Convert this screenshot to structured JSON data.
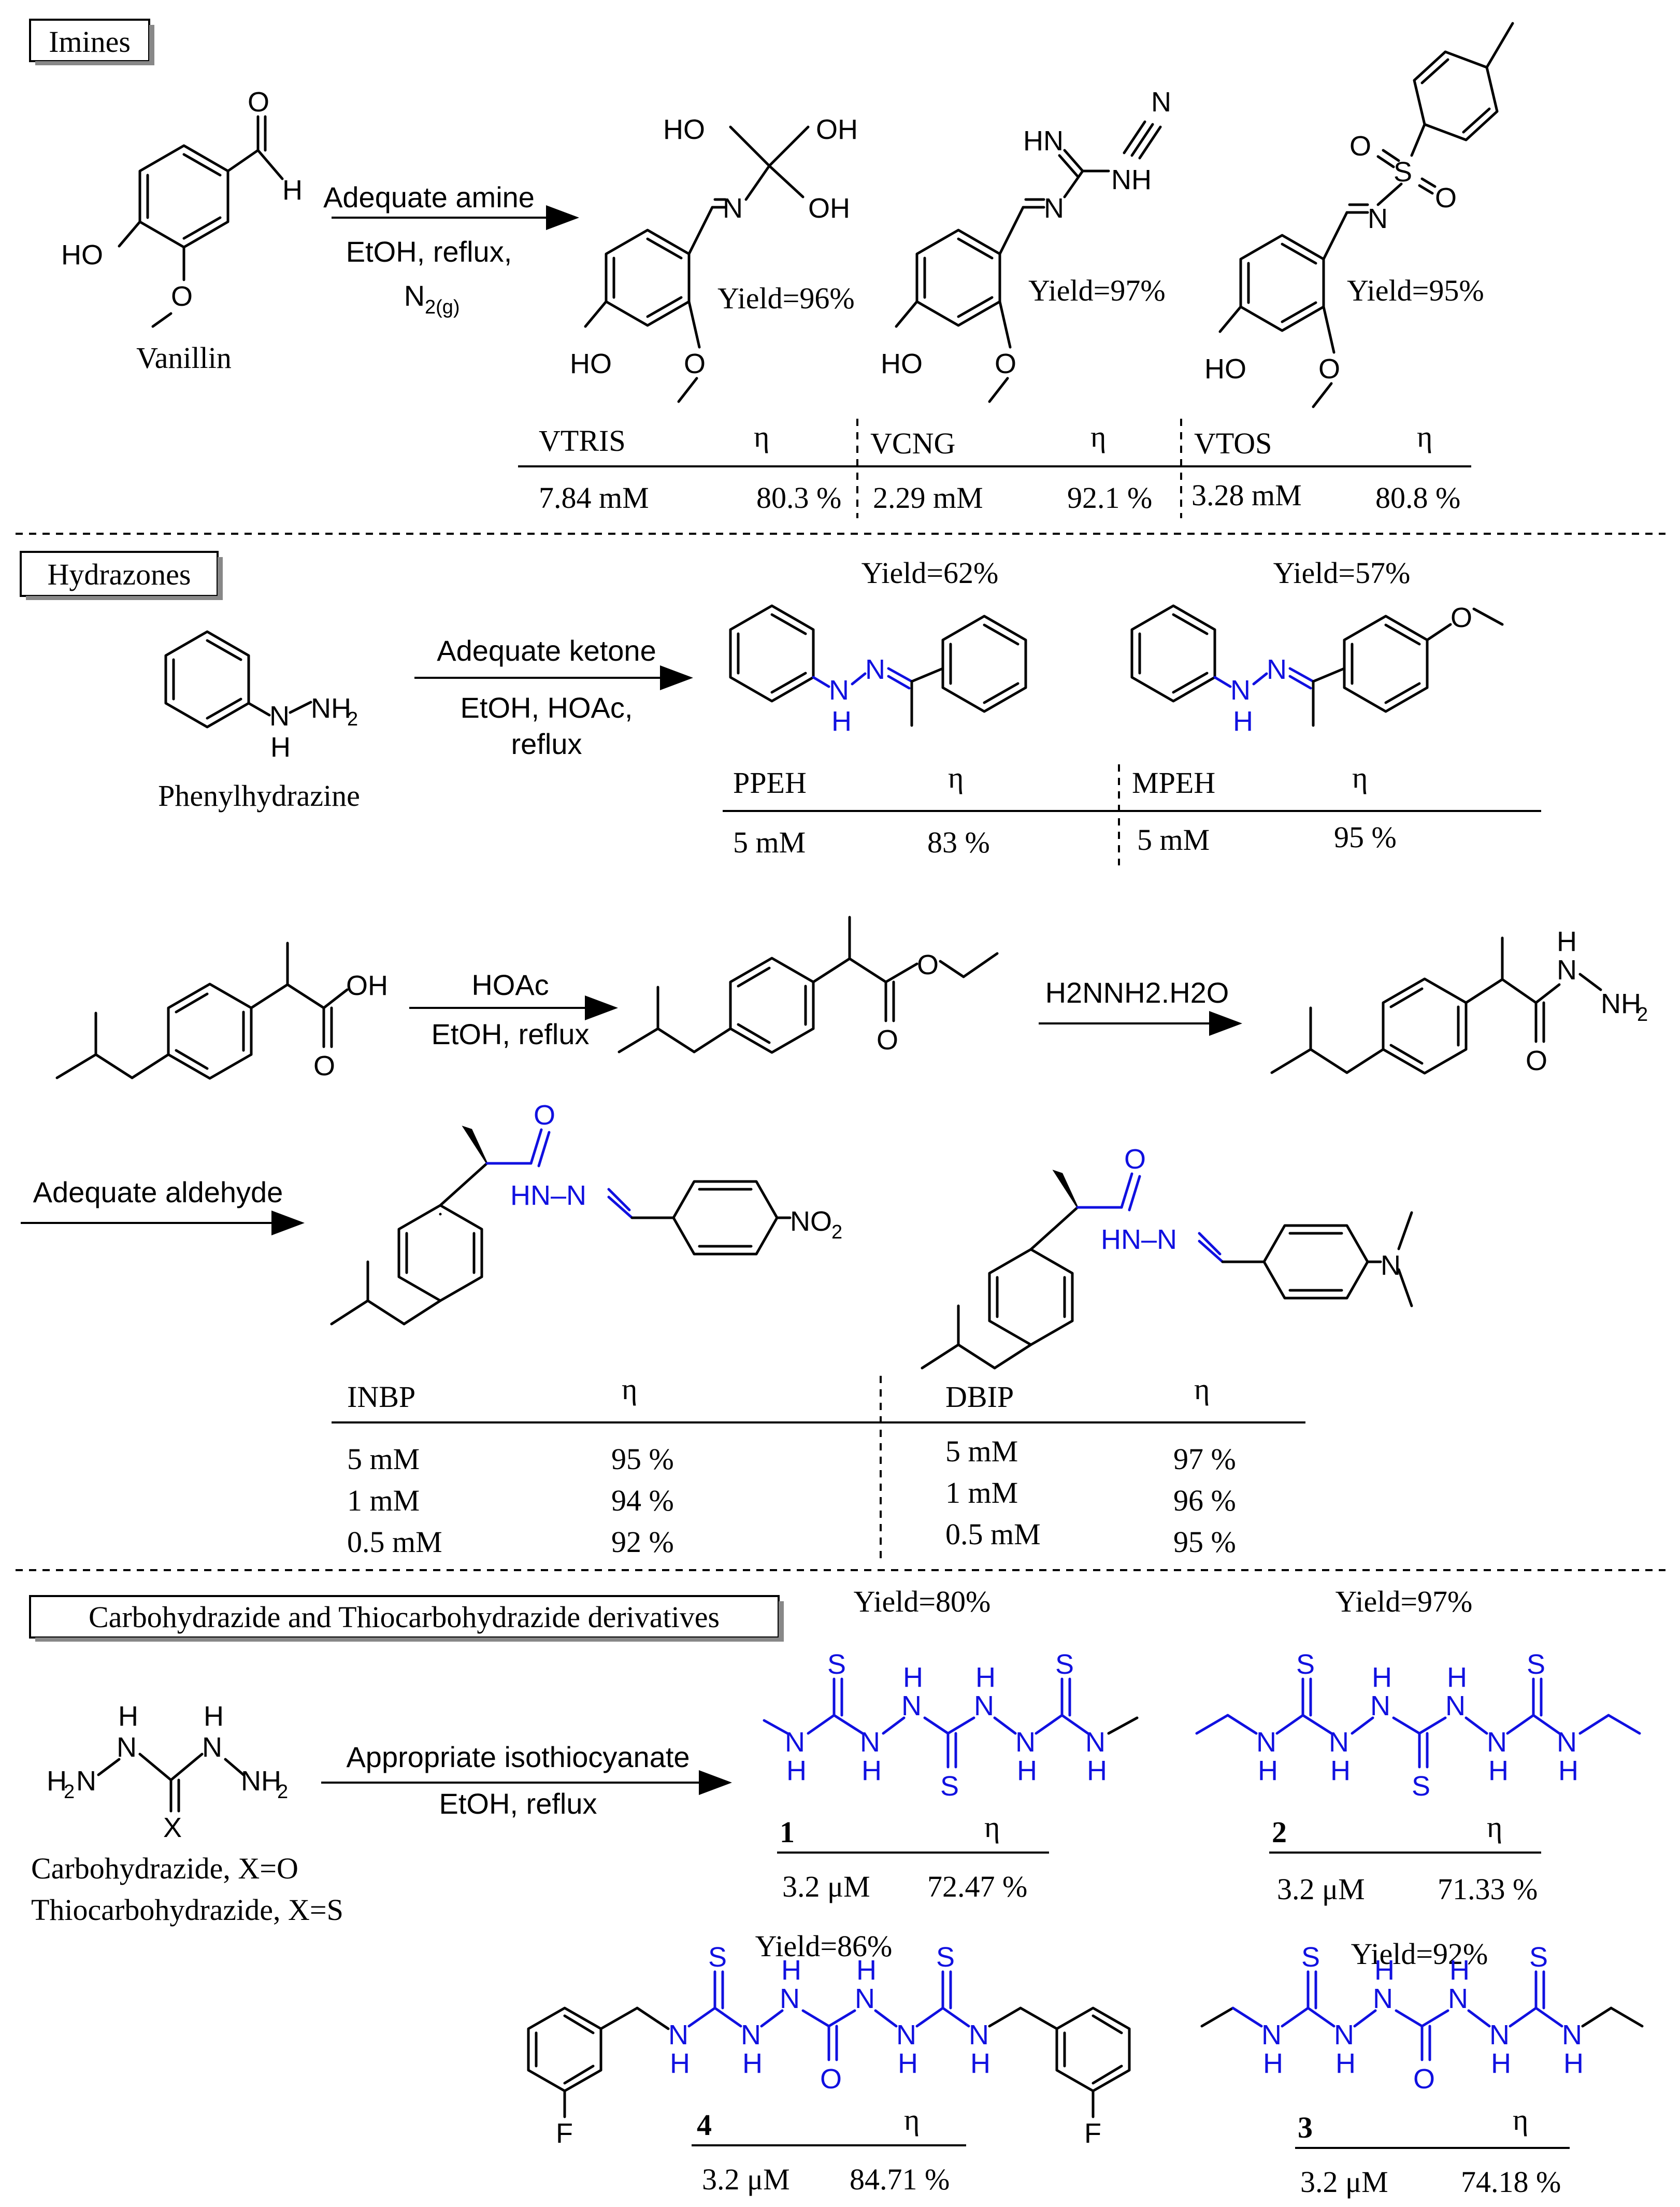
{
  "sections": {
    "imines": {
      "title": "Imines",
      "reactant": "Vanillin",
      "conditions": [
        "Adequate amine",
        "EtOH, reflux,",
        "N",
        "2(g)"
      ],
      "yields": [
        "Yield=96%",
        "Yield=97%",
        "Yield=95%"
      ],
      "table": [
        {
          "name": "VTRIS",
          "eta": "η",
          "conc": "7.84 mM",
          "val": "80.3 %"
        },
        {
          "name": "VCNG",
          "eta": "η",
          "conc": "2.29 mM",
          "val": "92.1 %"
        },
        {
          "name": "VTOS",
          "eta": "η",
          "conc": "3.28 mM",
          "val": "80.8 %"
        }
      ]
    },
    "hydrazones": {
      "title": "Hydrazones",
      "reactant": "Phenylhydrazine",
      "conditions": [
        "Adequate ketone",
        "EtOH, HOAc,",
        "reflux"
      ],
      "yields": [
        "Yield=62%",
        "Yield=57%"
      ],
      "table": [
        {
          "name": "PPEH",
          "eta": "η",
          "conc": "5 mM",
          "val": "83 %"
        },
        {
          "name": "MPEH",
          "eta": "η",
          "conc": "5 mM",
          "val": "95 %"
        }
      ]
    },
    "ibuprofen": {
      "step1": [
        "HOAc",
        "EtOH, reflux"
      ],
      "step2": "H2NNH2.H2O",
      "step3": "Adequate aldehyde",
      "table": [
        {
          "name": "INBP",
          "eta": "η",
          "rows": [
            [
              "5 mM",
              "95 %"
            ],
            [
              "1 mM",
              "94 %"
            ],
            [
              "0.5 mM",
              "92 %"
            ]
          ]
        },
        {
          "name": "DBIP",
          "eta": "η",
          "rows": [
            [
              "5 mM",
              "97 %"
            ],
            [
              "1 mM",
              "96 %"
            ],
            [
              "0.5 mM",
              "95 %"
            ]
          ]
        }
      ]
    },
    "carbo": {
      "title": "Carbohydrazide and Thiocarbohydrazide derivatives",
      "conditions": [
        "Appropriate isothiocyanate",
        "EtOH, reflux"
      ],
      "reactant_lines": [
        "Carbohydrazide, X=O",
        "Thiocarbohydrazide, X=S"
      ],
      "yields": [
        "Yield=80%",
        "Yield=97%",
        "Yield=86%",
        "Yield=92%"
      ],
      "table": [
        {
          "name": "1",
          "eta": "η",
          "conc": "3.2 μM",
          "val": "72.47 %"
        },
        {
          "name": "2",
          "eta": "η",
          "conc": "3.2 μM",
          "val": "71.33 %"
        },
        {
          "name": "4",
          "eta": "η",
          "conc": "3.2 μM",
          "val": "84.71 %"
        },
        {
          "name": "3",
          "eta": "η",
          "conc": "3.2 μM",
          "val": "74.18 %"
        }
      ]
    }
  },
  "atoms": {
    "O": "O",
    "H": "H",
    "HO": "HO",
    "OH": "OH",
    "N": "N",
    "NH": "NH",
    "HN": "HN",
    "HNeq": "HN=",
    "S": "S",
    "F": "F",
    "NH2": "NH",
    "two": "2",
    "H2N": "H",
    "X": "X",
    "NO2": "NO",
    "NMe": "N",
    "HNN": "HN–N"
  }
}
